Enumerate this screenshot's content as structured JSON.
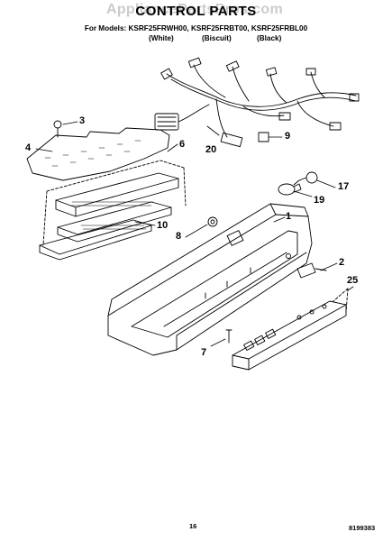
{
  "watermark": "AppliancePartsPros.com",
  "title": "CONTROL PARTS",
  "models_line": "For Models: KSRF25FRWH00, KSRF25FRBT00, KSRF25FRBL00",
  "colors": {
    "white": "(White)",
    "biscuit": "(Biscuit)",
    "black": "(Black)"
  },
  "callouts": {
    "c1": "1",
    "c2": "2",
    "c3": "3",
    "c4": "4",
    "c6": "6",
    "c7": "7",
    "c8": "8",
    "c9": "9",
    "c10": "10",
    "c17": "17",
    "c19": "19",
    "c20": "20",
    "c25": "25"
  },
  "page_number": "16",
  "doc_number": "8199383"
}
